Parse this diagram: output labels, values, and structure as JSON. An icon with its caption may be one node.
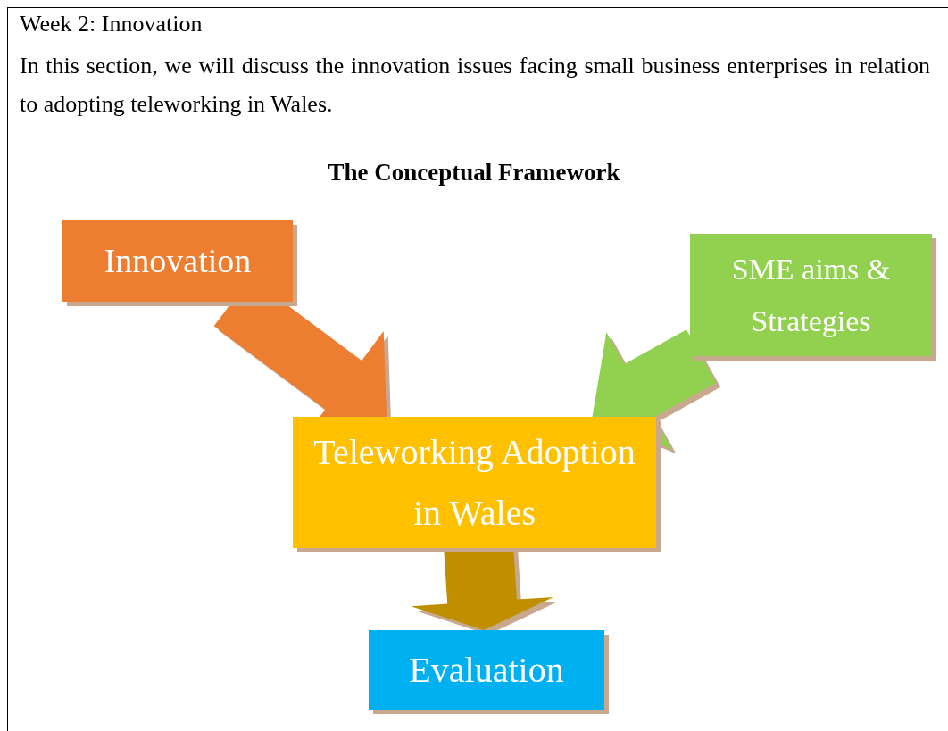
{
  "diagram": {
    "title": "The Conceptual Framework",
    "nodes": [
      {
        "text": [
          "Innovation"
        ]
      },
      {
        "text": [
          "SME aims & Strategies"
        ]
      },
      {
        "text": [
          "Teleworking Adoption in Wales"
        ]
      },
      {
        "text": [
          "Evaluation"
        ]
      }
    ],
    "edges": [
      {
        "from": 0,
        "to": 2,
        "arrow": "to",
        "style": "thick",
        "color": "#ed7d31"
      },
      {
        "from": 1,
        "to": 2,
        "arrow": "to",
        "style": "thick",
        "color": "#92d050"
      },
      {
        "from": 2,
        "to": 3,
        "arrow": "to",
        "style": "thick",
        "color": "#bf8f00"
      }
    ],
    "labels": [
      "Week 2: Innovation",
      "In this section, we will discuss the innovation issues facing small business enterprises in relation to adopting teleworking in Wales."
    ]
  }
}
